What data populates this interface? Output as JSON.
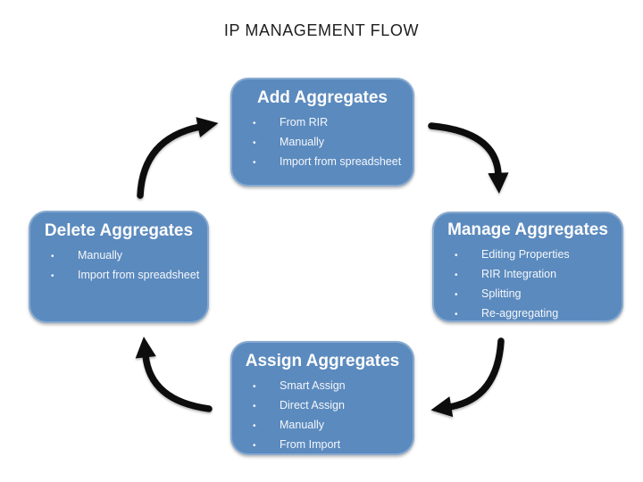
{
  "title": "IP MANAGEMENT FLOW",
  "colors": {
    "background": "#ffffff",
    "box_fill": "#5b8abe",
    "box_text": "#ffffff",
    "arrow": "#0d0d0d",
    "title_text": "#1e1e1e"
  },
  "boxes": [
    {
      "title": "Add Aggregates",
      "items": [
        "From RIR",
        "Manually",
        "Import from spreadsheet"
      ]
    },
    {
      "title": "Manage Aggregates",
      "items": [
        "Editing Properties",
        "RIR Integration",
        "Splitting",
        "Re-aggregating"
      ]
    },
    {
      "title": "Assign Aggregates",
      "items": [
        "Smart Assign",
        "Direct Assign",
        "Manually",
        "From Import"
      ]
    },
    {
      "title": "Delete Aggregates",
      "items": [
        "Manually",
        "Import from spreadsheet"
      ]
    }
  ],
  "bullet_glyph": "•",
  "edges": [
    {
      "from": "Add Aggregates",
      "to": "Manage Aggregates"
    },
    {
      "from": "Manage Aggregates",
      "to": "Assign Aggregates"
    },
    {
      "from": "Assign Aggregates",
      "to": "Delete Aggregates"
    },
    {
      "from": "Delete Aggregates",
      "to": "Add Aggregates"
    }
  ]
}
